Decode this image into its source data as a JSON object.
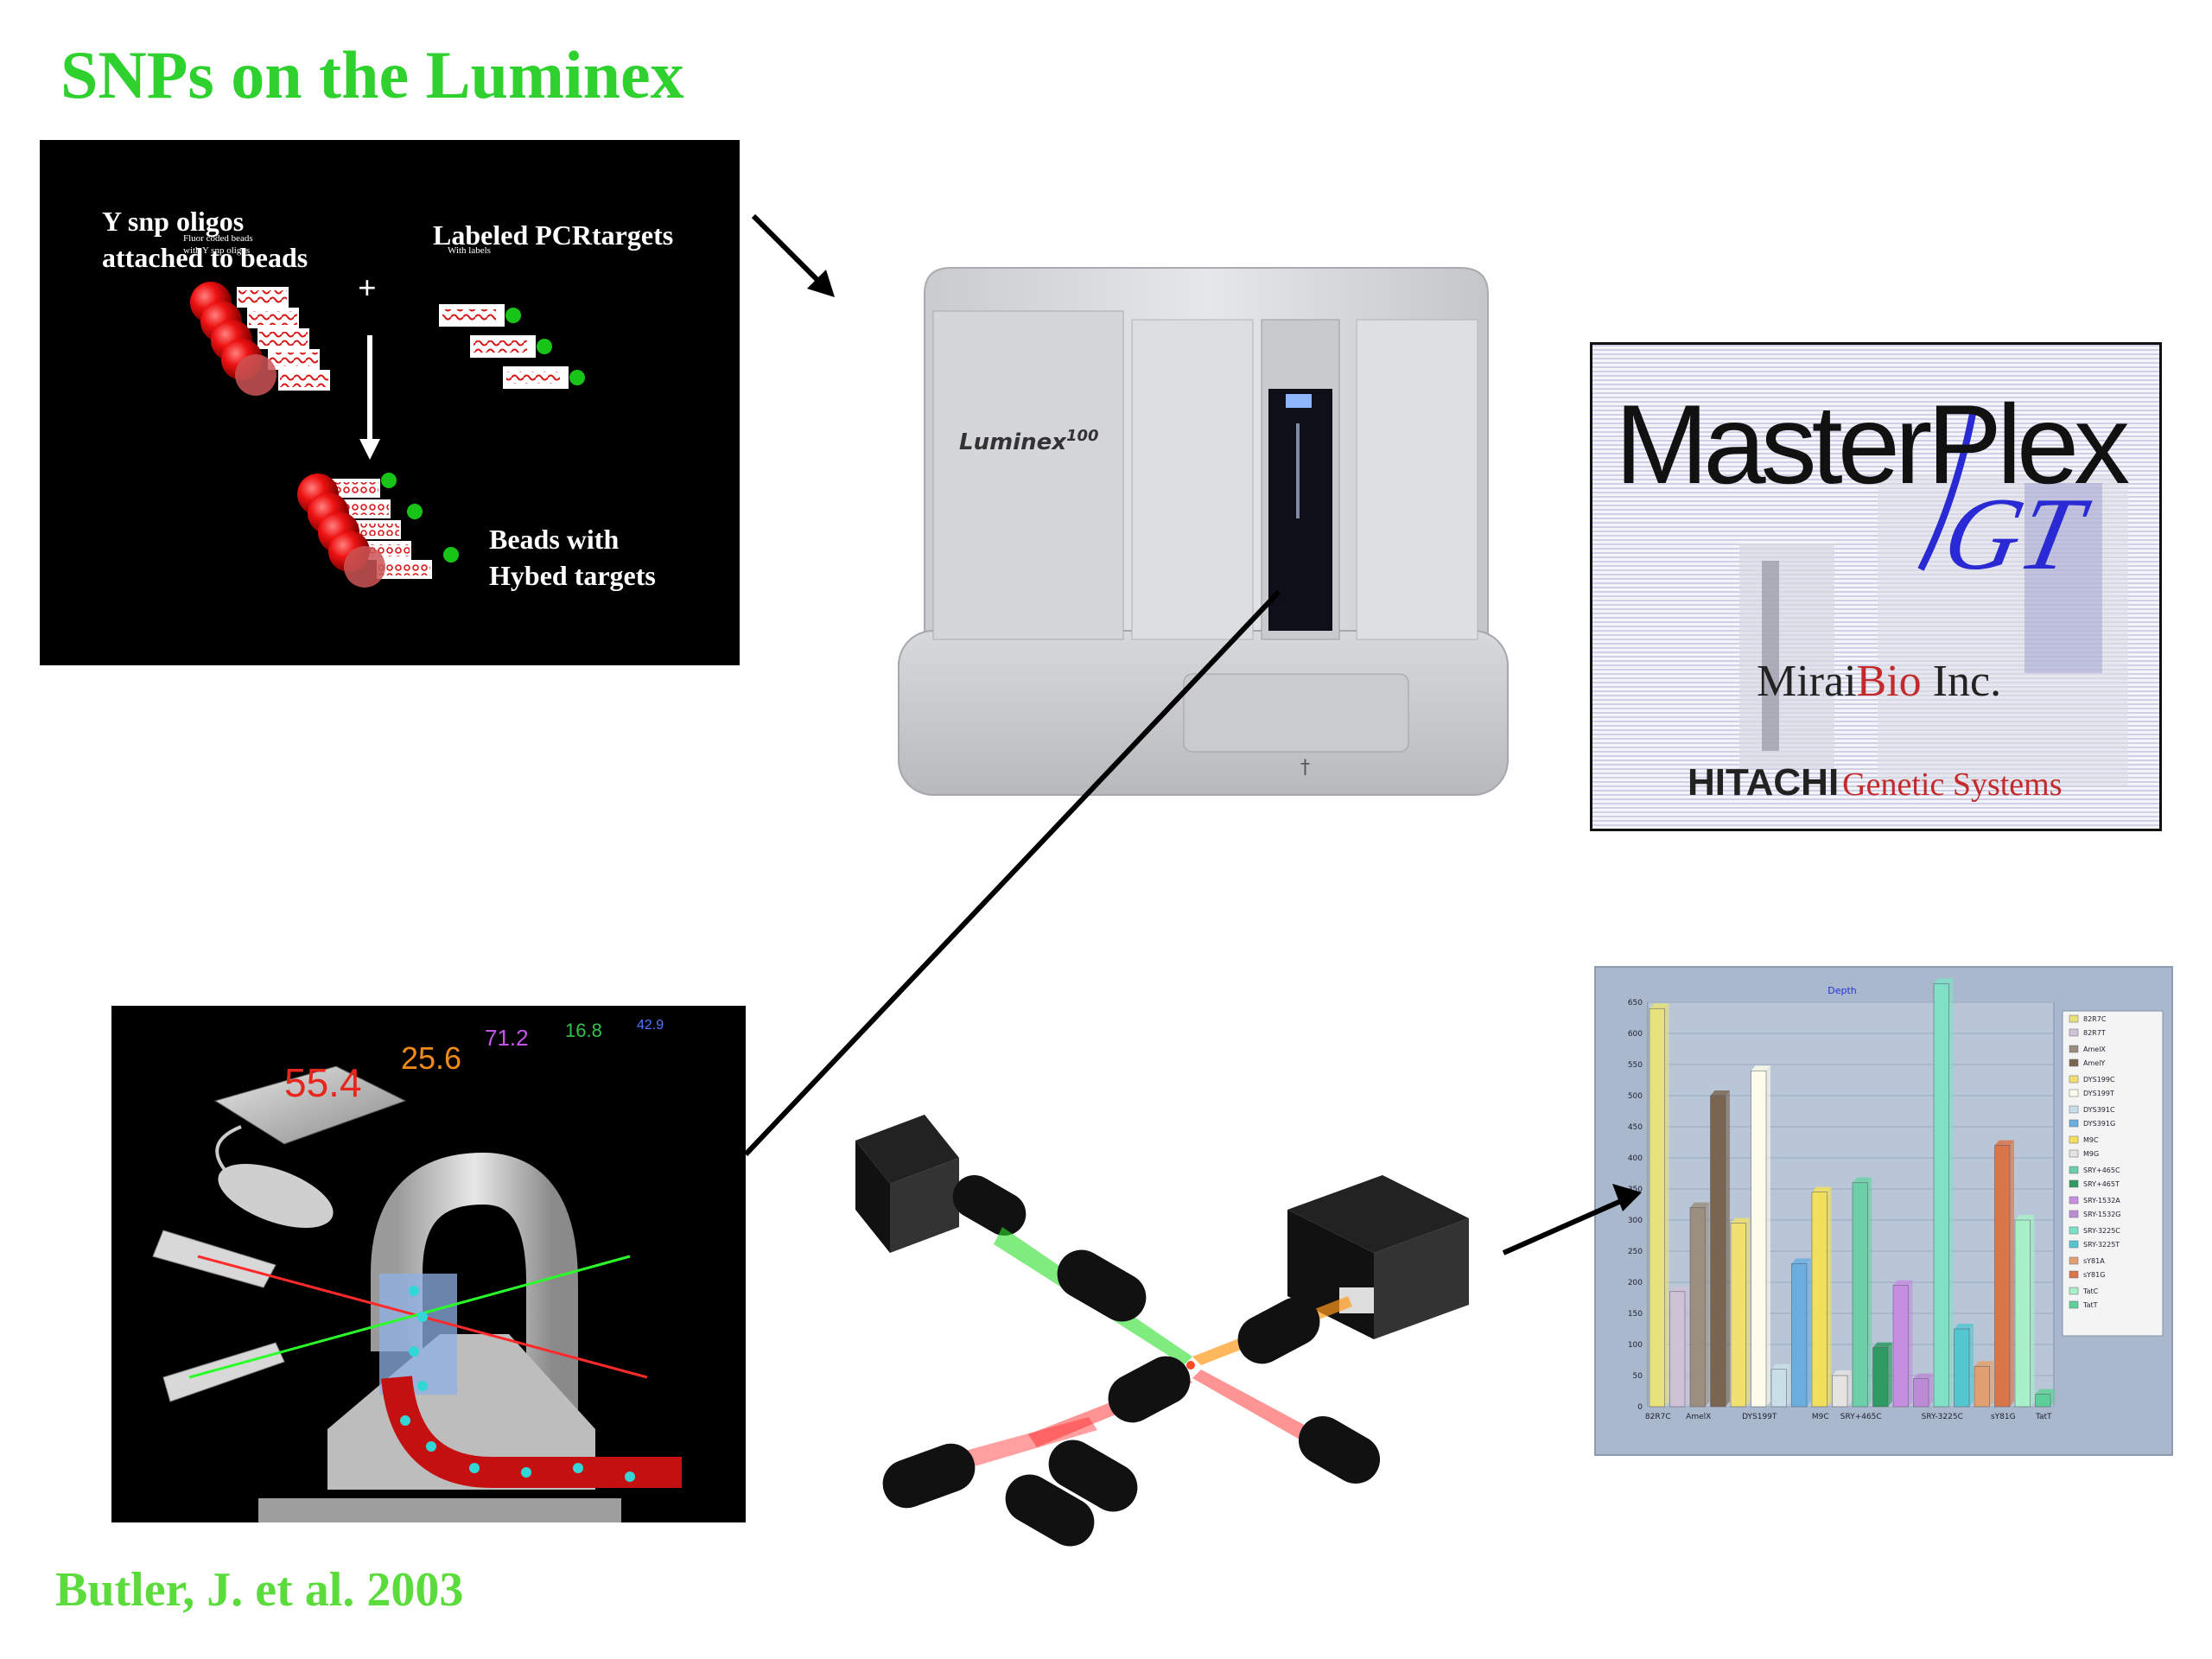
{
  "title": "SNPs on the Luminex",
  "citation": "Butler, J. et al. 2003",
  "beads_panel": {
    "label_oligos_line1": "Y snp oligos",
    "label_oligos_line2": "attached to beads",
    "label_oligos_small1": "Fluor coded beads",
    "label_oligos_small2": "with Y snp oligos",
    "label_targets": "Labeled PCRtargets",
    "label_targets_small": "With labels",
    "plus": "+",
    "label_hybed_line1": "Beads with",
    "label_hybed_line2": "Hybed targets"
  },
  "instrument": {
    "brand": "Luminex",
    "model": "100"
  },
  "masterplex": {
    "logo": "MasterPlex",
    "version": "GT",
    "company_prefix": "Mirai",
    "company_highlight": "Bio",
    "company_suffix": " Inc.",
    "partner_strong": "HITACHI",
    "partner_rest": "Genetic Systems"
  },
  "flow_panel": {
    "readout_1": "55.4",
    "readout_2": "25.6",
    "readout_3": "71.2",
    "readout_4": "16.8",
    "readout_5": "42.9",
    "readout_colors": [
      "#e8261d",
      "#f08a1a",
      "#c455e8",
      "#33c24a",
      "#4f78ff"
    ]
  },
  "chart": {
    "title": "Depth",
    "y_ticks": [
      "650",
      "600",
      "550",
      "500",
      "450",
      "400",
      "350",
      "300",
      "250",
      "200",
      "150",
      "100",
      "50",
      "0"
    ],
    "x_ticks": [
      "82R7C",
      "AmelX",
      "DYS199T",
      "M9C",
      "SRY+465C",
      "SRY-3225C",
      "sY81G",
      "TatT"
    ],
    "legend": [
      "82R7C",
      "82R7T",
      "AmelX",
      "AmelY",
      "DYS199C",
      "DYS199T",
      "DYS391C",
      "DYS391G",
      "M9C",
      "M9G",
      "SRY+465C",
      "SRY+465T",
      "SRY-1532A",
      "SRY-1532G",
      "SRY-3225C",
      "SRY-3225T",
      "sY81A",
      "sY81G",
      "TatC",
      "TatT"
    ]
  },
  "chart_data": {
    "type": "bar",
    "title": "Depth",
    "ylim": [
      0,
      650
    ],
    "categories": [
      "82R7C",
      "82R7T",
      "AmelX",
      "AmelY",
      "DYS199C",
      "DYS199T",
      "DYS391C",
      "DYS391G",
      "M9C",
      "M9G",
      "SRY+465C",
      "SRY+465T",
      "SRY-1532A",
      "SRY-1532G",
      "SRY-3225C",
      "SRY-3225T",
      "sY81A",
      "sY81G",
      "TatC",
      "TatT"
    ],
    "values": [
      640,
      185,
      320,
      500,
      295,
      540,
      60,
      230,
      345,
      50,
      360,
      95,
      195,
      45,
      680,
      125,
      65,
      420,
      300,
      20
    ],
    "colors": [
      "#e8e27a",
      "#cfc2d6",
      "#9c8e7e",
      "#7a6650",
      "#f0e070",
      "#fcfcea",
      "#c9dfe8",
      "#6aaee0",
      "#f2e05a",
      "#e4e3df",
      "#6bd0a8",
      "#2f9a62",
      "#c58ee0",
      "#bb8bd6",
      "#7fe0c6",
      "#54c6d0",
      "#e0a070",
      "#d8764a",
      "#a8f0c8",
      "#5ecf98"
    ]
  }
}
